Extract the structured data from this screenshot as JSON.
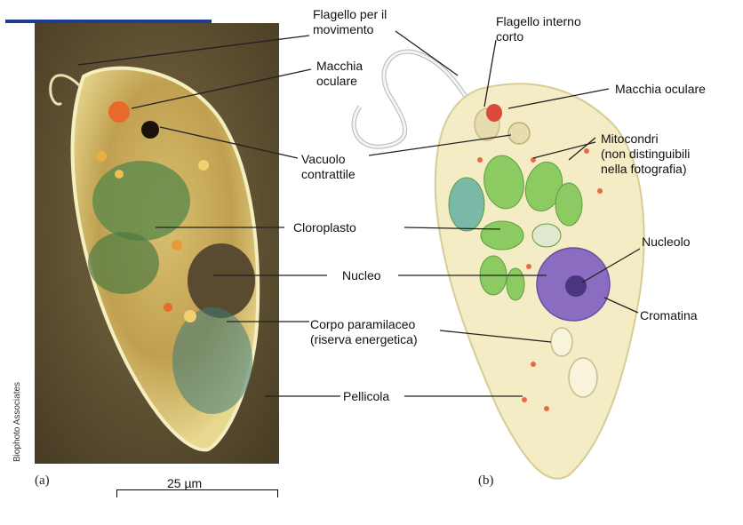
{
  "labels": {
    "flagello_movimento": [
      "Flagello per il",
      "movimento"
    ],
    "flagello_interno": [
      "Flagello interno",
      "corto"
    ],
    "macchia_oculare_left": [
      "Macchia",
      "oculare"
    ],
    "macchia_oculare_right": "Macchia oculare",
    "vacuolo": [
      "Vacuolo",
      "contrattile"
    ],
    "mitocondri": [
      "Mitocondri",
      "(non distinguibili",
      "nella fotografia)"
    ],
    "cloroplasto": "Cloroplasto",
    "nucleolo": "Nucleolo",
    "nucleo": "Nucleo",
    "cromatina": "Cromatina",
    "corpo": [
      "Corpo paramilaceo",
      "(riserva energetica)"
    ],
    "pellicola": "Pellicola"
  },
  "panel_a": "(a)",
  "panel_b": "(b)",
  "scale": "25 µm",
  "credit": "Biophoto Associates",
  "colors": {
    "accent_bar": "#1f3d8f",
    "chloroplast": "#7fbf5a",
    "nucleus": "#8a6cc0",
    "cell_body": "#f3ecc4"
  }
}
